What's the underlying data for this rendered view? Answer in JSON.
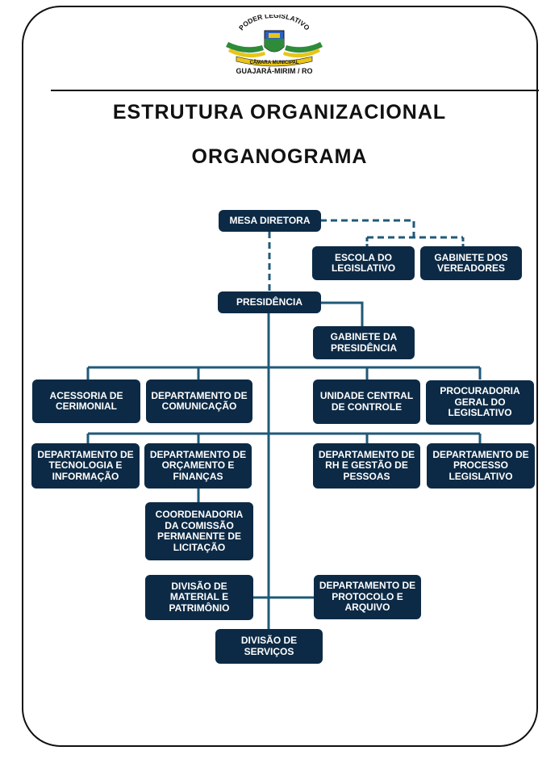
{
  "header": {
    "logo_top_text": "PODER LEGISLATIVO",
    "logo_band_text": "CÂMARA MUNICIPAL",
    "logo_city_text": "GUAJARÁ-MIRIM / RO"
  },
  "titles": {
    "main": "ESTRUTURA ORGANIZACIONAL",
    "sub": "ORGANOGRAMA"
  },
  "colors": {
    "box": "#0c2a45",
    "box_text": "#ffffff",
    "connector": "#1f5a78"
  },
  "nodes": {
    "mesa_diretora": "MESA DIRETORA",
    "escola_legislativo": "ESCOLA DO LEGISLATIVO",
    "gabinete_vereadores": "GABINETE DOS VEREADORES",
    "presidencia": "PRESIDÊNCIA",
    "gabinete_presidencia": "GABINETE DA PRESIDÊNCIA",
    "acessoria_cerimonial": "ACESSORIA DE CERIMONIAL",
    "departamento_comunicacao": "DEPARTAMENTO DE COMUNICAÇÃO",
    "unidade_controle": "UNIDADE CENTRAL DE CONTROLE",
    "procuradoria": "PROCURADORIA GERAL DO LEGISLATIVO",
    "departamento_tecnologia": "DEPARTAMENTO DE TECNOLOGIA E INFORMAÇÃO",
    "departamento_orcamento": "DEPARTAMENTO DE ORÇAMENTO E FINANÇAS",
    "departamento_rh": "DEPARTAMENTO DE RH E GESTÃO DE PESSOAS",
    "departamento_processo": "DEPARTAMENTO DE PROCESSO LEGISLATIVO",
    "coordenadoria_licitacao": "COORDENADORIA DA COMISSÃO PERMANENTE DE LICITAÇÃO",
    "divisao_material": "DIVISÃO DE MATERIAL E PATRIMÔNIO",
    "departamento_protocolo": "DEPARTAMENTO DE PROTOCOLO E ARQUIVO",
    "divisao_servicos": "DIVISÃO DE SERVIÇOS"
  }
}
